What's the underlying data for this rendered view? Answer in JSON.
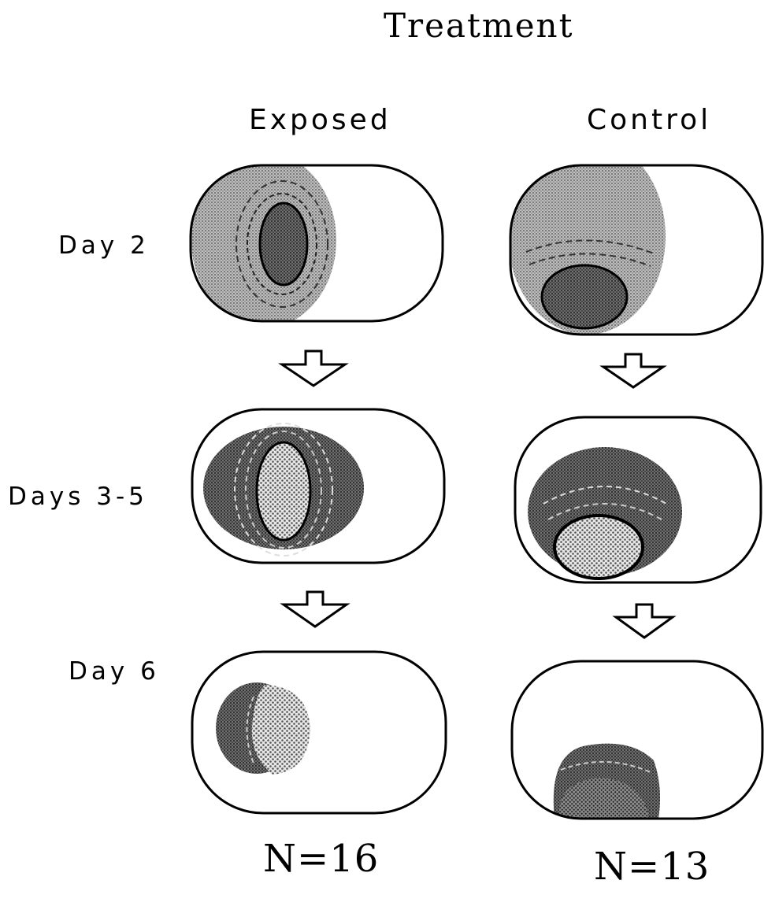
{
  "title": "Treatment",
  "columns": [
    {
      "label": "Exposed",
      "n": "N=16"
    },
    {
      "label": "Control",
      "n": "N=13"
    }
  ],
  "rows": [
    {
      "label": "Day 2"
    },
    {
      "label": "Days 3-5"
    },
    {
      "label": "Day 6"
    }
  ],
  "colors": {
    "outline": "#000000",
    "background": "#ffffff",
    "stipple_light": "#a9a9a9",
    "stipple_dark": "#5b5b5b",
    "core_light": "#d9d9d9"
  }
}
